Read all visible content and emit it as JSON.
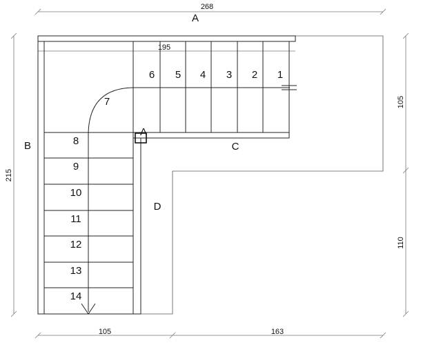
{
  "dimensions": {
    "top_total": "268",
    "top_inner": "195",
    "right_upper": "105",
    "right_lower": "110",
    "left_total": "215",
    "bottom_left": "105",
    "bottom_right": "163"
  },
  "labels": {
    "A_top": "A",
    "A_corner": "A",
    "B": "B",
    "C": "C",
    "D": "D"
  },
  "steps": [
    "1",
    "2",
    "3",
    "4",
    "5",
    "6",
    "7",
    "8",
    "9",
    "10",
    "11",
    "12",
    "13",
    "14"
  ]
}
